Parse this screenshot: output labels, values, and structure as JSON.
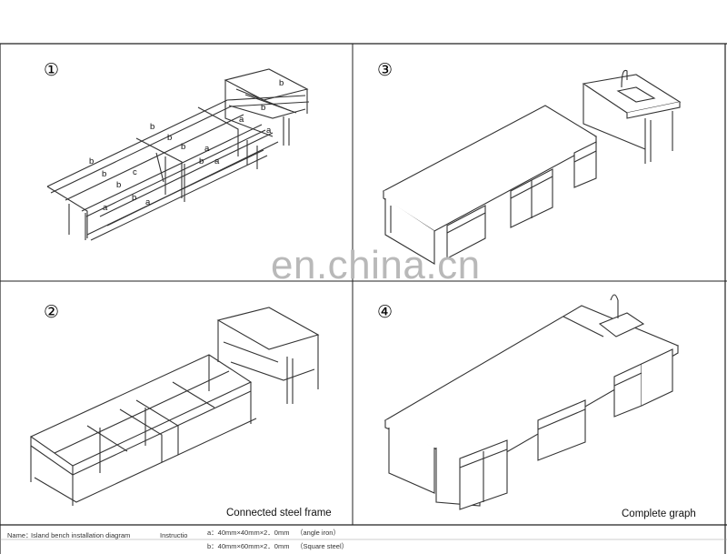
{
  "panels": [
    {
      "number": "①",
      "caption": ""
    },
    {
      "number": "②",
      "caption": "Connected steel frame"
    },
    {
      "number": "③",
      "caption": ""
    },
    {
      "number": "④",
      "caption": "Complete graph"
    }
  ],
  "frame_labels": [
    "b",
    "b",
    "b",
    "b",
    "b",
    "b",
    "b",
    "b",
    "b",
    "b",
    "a",
    "a",
    "a",
    "a",
    "a",
    "a",
    "c"
  ],
  "watermark": "en.china.cn",
  "footer": {
    "name_label": "Name：",
    "name_value": "Island bench installation diagram",
    "instruction_label": "Instructio",
    "spec_a": "a：40mm×40mm×2．0mm",
    "spec_a_note": "（angle iron）",
    "spec_b": "b：40mm×60mm×2．0mm",
    "spec_b_note": "（Square steel）"
  }
}
